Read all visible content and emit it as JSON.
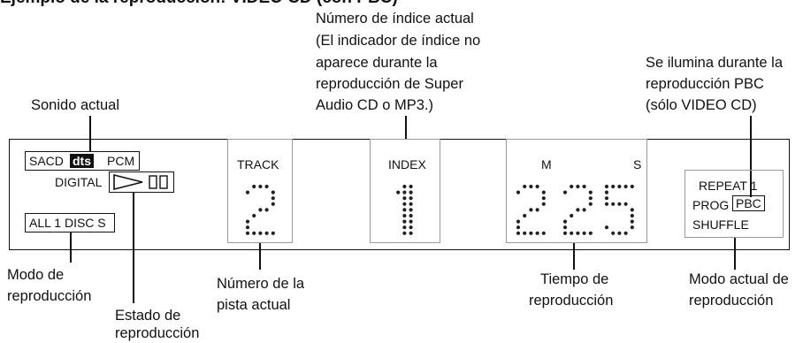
{
  "heading_partial": "Ejemplo de la reproducción: VIDEO CD (con PBC)",
  "labels": {
    "index_note": [
      "Número de índice actual",
      "(El indicador de índice no",
      "aparece durante la",
      "reproducción de Super",
      "Audio CD o MP3.)"
    ],
    "pbc_note": [
      "Se ilumina durante la",
      "reproducción PBC",
      "(sólo VIDEO CD)"
    ],
    "current_sound": "Sonido actual",
    "play_mode": [
      "Modo de",
      "reproducción"
    ],
    "play_status": [
      "Estado de",
      "reproducción"
    ],
    "track_number": [
      "Número de la",
      "pista actual"
    ],
    "playing_time": [
      "Tiempo de",
      "reproducción"
    ],
    "current_play_mode": [
      "Modo actual de",
      "reproducción"
    ]
  },
  "display": {
    "sacd": "SACD",
    "dts": "dts",
    "pcm": "PCM",
    "digital": "DIGITAL",
    "play_mode_box": "ALL 1 DISC S",
    "track_label": "TRACK",
    "index_label": "INDEX",
    "minutes_label": "M",
    "seconds_label": "S",
    "repeat": "REPEAT 1",
    "prog": "PROG",
    "pbc": "PBC",
    "shuffle": "SHUFFLE",
    "digits": {
      "track": "2",
      "index": "1",
      "min": "2",
      "sec_tens": "2",
      "sec_ones": "5"
    }
  }
}
